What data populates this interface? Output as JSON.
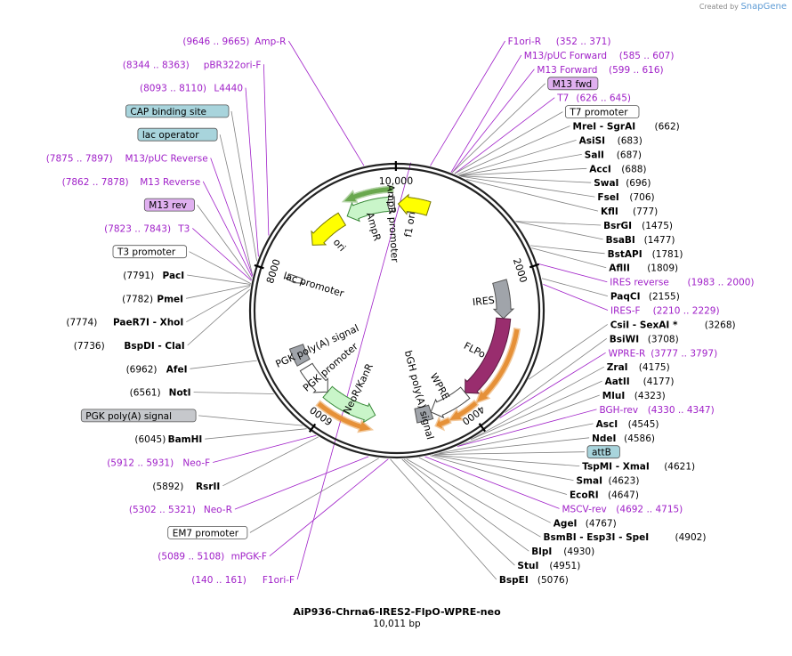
{
  "branding": {
    "prefix": "Created by",
    "product": "SnapGene"
  },
  "map": {
    "name": "AiP936-Chrna6-IRES2-FlpO-WPRE-neo",
    "length_label": "10,011 bp",
    "length": 10011,
    "ticks": [
      {
        "pos": 2000,
        "label": "2000"
      },
      {
        "pos": 4000,
        "label": "4000"
      },
      {
        "pos": 6000,
        "label": "6000"
      },
      {
        "pos": 8000,
        "label": "8000"
      },
      {
        "pos": 10000,
        "label": "10,000"
      }
    ]
  },
  "features": [
    {
      "name": "AmpR",
      "start": 9240,
      "end": 9900,
      "dir": "rev",
      "color": "#c9f5c9",
      "stroke": "#3a8a3a",
      "track": 1
    },
    {
      "name": "AmpR promoter",
      "start": 9870,
      "end": 9975,
      "dir": "rev",
      "color": "#ffffff",
      "stroke": "#444444",
      "track": 1
    },
    {
      "name": "f1 ori",
      "start": 20,
      "end": 480,
      "dir": "rev",
      "color": "#ffff00",
      "stroke": "#777700",
      "track": 1
    },
    {
      "name": "ori",
      "start": 8560,
      "end": 9150,
      "dir": "rev",
      "color": "#ffff00",
      "stroke": "#777700",
      "track": 1
    },
    {
      "name": "lac promoter",
      "start": 7930,
      "end": 8030,
      "dir": "rev",
      "color": "#ffffff",
      "stroke": "#444444",
      "track": 1
    },
    {
      "name": "IRES",
      "start": 2060,
      "end": 2620,
      "dir": "fwd",
      "color": "#a0a4aa",
      "stroke": "#555555",
      "track": 1
    },
    {
      "name": "FLPo",
      "start": 2620,
      "end": 3900,
      "dir": "fwd",
      "color": "#992d6e",
      "stroke": "#5a1a40",
      "track": 1
    },
    {
      "name": "WPRE",
      "start": 3900,
      "end": 4490,
      "dir": "fwd",
      "color": "#ffffff",
      "stroke": "#444444",
      "track": 1
    },
    {
      "name": "bGH poly(A) signal",
      "start": 4490,
      "end": 4720,
      "dir": "none",
      "color": "#a0a4aa",
      "stroke": "#555555",
      "track": 1
    },
    {
      "name": "NeoR/KanR",
      "start": 5330,
      "end": 6130,
      "dir": "rev",
      "color": "#c9f5c9",
      "stroke": "#3a8a3a",
      "track": 1
    },
    {
      "name": "PGK promoter",
      "start": 6130,
      "end": 6620,
      "dir": "rev",
      "color": "#ffffff",
      "stroke": "#444444",
      "track": 1
    },
    {
      "name": "PGK poly(A) signal",
      "start": 6700,
      "end": 6960,
      "dir": "none",
      "color": "#a0a4aa",
      "stroke": "#555555",
      "track": 1
    }
  ],
  "orfs": [
    {
      "start": 9300,
      "end": 9950,
      "dir": "rev",
      "color": "#6aa84f"
    },
    {
      "start": 2750,
      "end": 3860,
      "dir": "fwd",
      "color": "#e69138"
    },
    {
      "start": 3880,
      "end": 4290,
      "dir": "fwd",
      "color": "#e69138"
    },
    {
      "start": 4300,
      "end": 4480,
      "dir": "fwd",
      "color": "#e69138"
    },
    {
      "start": 5350,
      "end": 6120,
      "dir": "rev",
      "color": "#e69138"
    }
  ],
  "labels": [
    {
      "kind": "primer",
      "name": "Amp-R",
      "pos_text": "(9646 .. 9665)",
      "side": "left",
      "pos": 9655
    },
    {
      "kind": "primer",
      "name": "F1ori-F",
      "pos_text": "(140 .. 161)",
      "side": "left",
      "pos": 150
    },
    {
      "kind": "primer",
      "name": "F1ori-R",
      "pos_text": "(352 .. 371)",
      "side": "right",
      "pos": 361
    },
    {
      "kind": "primer",
      "name": "M13/pUC Forward",
      "pos_text": "(585 .. 607)",
      "side": "right",
      "pos": 596
    },
    {
      "kind": "primer",
      "name": "M13 Forward",
      "pos_text": "(599 .. 616)",
      "side": "right",
      "pos": 607
    },
    {
      "kind": "boxp",
      "name": "M13 fwd",
      "side": "right",
      "pos": 607
    },
    {
      "kind": "primer",
      "name": "T7",
      "pos_text": "(626 .. 645)",
      "side": "right",
      "pos": 635
    },
    {
      "kind": "boxw",
      "name": "T7 promoter",
      "side": "right",
      "pos": 636
    },
    {
      "kind": "enzyme",
      "name": "MreI - SgrAI",
      "pos_text": "(662)",
      "side": "right",
      "pos": 662
    },
    {
      "kind": "enzyme",
      "name": "AsiSI",
      "pos_text": "(683)",
      "side": "right",
      "pos": 683
    },
    {
      "kind": "enzyme",
      "name": "SalI",
      "pos_text": "(687)",
      "side": "right",
      "pos": 687
    },
    {
      "kind": "enzyme",
      "name": "AccI",
      "pos_text": "(688)",
      "side": "right",
      "pos": 688
    },
    {
      "kind": "enzyme",
      "name": "SwaI",
      "pos_text": "(696)",
      "side": "right",
      "pos": 696
    },
    {
      "kind": "enzyme",
      "name": "FseI",
      "pos_text": "(706)",
      "side": "right",
      "pos": 706
    },
    {
      "kind": "enzyme",
      "name": "KflI",
      "pos_text": "(777)",
      "side": "right",
      "pos": 777
    },
    {
      "kind": "enzyme",
      "name": "BsrGI",
      "pos_text": "(1475)",
      "side": "right",
      "pos": 1475
    },
    {
      "kind": "enzyme",
      "name": "BsaBI",
      "pos_text": "(1477)",
      "side": "right",
      "pos": 1477
    },
    {
      "kind": "enzyme",
      "name": "BstAPI",
      "pos_text": "(1781)",
      "side": "right",
      "pos": 1781
    },
    {
      "kind": "enzyme",
      "name": "AflII",
      "pos_text": "(1809)",
      "side": "right",
      "pos": 1809
    },
    {
      "kind": "primer",
      "name": "IRES reverse",
      "pos_text": "(1983 .. 2000)",
      "side": "right",
      "pos": 1991
    },
    {
      "kind": "enzyme",
      "name": "PaqCI",
      "pos_text": "(2155)",
      "side": "right",
      "pos": 2155
    },
    {
      "kind": "primer",
      "name": "IRES-F",
      "pos_text": "(2210 .. 2229)",
      "side": "right",
      "pos": 2219
    },
    {
      "kind": "enzyme",
      "name": "CsiI - SexAI *",
      "pos_text": "(3268)",
      "side": "right",
      "pos": 3268
    },
    {
      "kind": "enzyme",
      "name": "BsiWI",
      "pos_text": "(3708)",
      "side": "right",
      "pos": 3708
    },
    {
      "kind": "primer",
      "name": "WPRE-R",
      "pos_text": "(3777 .. 3797)",
      "side": "right",
      "pos": 3787
    },
    {
      "kind": "enzyme",
      "name": "ZraI",
      "pos_text": "(4175)",
      "side": "right",
      "pos": 4175
    },
    {
      "kind": "enzyme",
      "name": "AatII",
      "pos_text": "(4177)",
      "side": "right",
      "pos": 4177
    },
    {
      "kind": "enzyme",
      "name": "MluI",
      "pos_text": "(4323)",
      "side": "right",
      "pos": 4323
    },
    {
      "kind": "primer",
      "name": "BGH-rev",
      "pos_text": "(4330 .. 4347)",
      "side": "right",
      "pos": 4338
    },
    {
      "kind": "enzyme",
      "name": "AscI",
      "pos_text": "(4545)",
      "side": "right",
      "pos": 4545
    },
    {
      "kind": "enzyme",
      "name": "NdeI",
      "pos_text": "(4586)",
      "side": "right",
      "pos": 4586
    },
    {
      "kind": "boxb",
      "name": "attB",
      "side": "right",
      "pos": 4600
    },
    {
      "kind": "enzyme",
      "name": "TspMI - XmaI",
      "pos_text": "(4621)",
      "side": "right",
      "pos": 4621
    },
    {
      "kind": "enzyme",
      "name": "SmaI",
      "pos_text": "(4623)",
      "side": "right",
      "pos": 4623
    },
    {
      "kind": "enzyme",
      "name": "EcoRI",
      "pos_text": "(4647)",
      "side": "right",
      "pos": 4647
    },
    {
      "kind": "primer",
      "name": "MSCV-rev",
      "pos_text": "(4692 .. 4715)",
      "side": "right",
      "pos": 4703
    },
    {
      "kind": "enzyme",
      "name": "AgeI",
      "pos_text": "(4767)",
      "side": "right",
      "pos": 4767
    },
    {
      "kind": "enzyme",
      "name": "BsmBI - Esp3I - SpeI",
      "pos_text": "(4902)",
      "side": "right",
      "pos": 4902
    },
    {
      "kind": "enzyme",
      "name": "BlpI",
      "pos_text": "(4930)",
      "side": "right",
      "pos": 4930
    },
    {
      "kind": "enzyme",
      "name": "StuI",
      "pos_text": "(4951)",
      "side": "right",
      "pos": 4951
    },
    {
      "kind": "enzyme",
      "name": "BspEI",
      "pos_text": "(5076)",
      "side": "right",
      "pos": 5076
    },
    {
      "kind": "primer",
      "name": "mPGK-F",
      "pos_text": "(5089 .. 5108)",
      "side": "left",
      "pos": 5098
    },
    {
      "kind": "boxw",
      "name": "EM7 promoter",
      "side": "left",
      "pos": 5200
    },
    {
      "kind": "primer",
      "name": "Neo-R",
      "pos_text": "(5302 .. 5321)",
      "side": "left",
      "pos": 5311
    },
    {
      "kind": "enzyme",
      "name": "RsrII",
      "pos_text": "(5892)",
      "side": "left",
      "pos": 5892
    },
    {
      "kind": "primer",
      "name": "Neo-F",
      "pos_text": "(5912 .. 5931)",
      "side": "left",
      "pos": 5921
    },
    {
      "kind": "enzyme",
      "name": "BamHI",
      "pos_text": "(6045)",
      "side": "left",
      "pos": 6045
    },
    {
      "kind": "boxg",
      "name": "PGK poly(A) signal",
      "side": "left",
      "pos": 6100
    },
    {
      "kind": "enzyme",
      "name": "NotI",
      "pos_text": "(6561)",
      "side": "left",
      "pos": 6561
    },
    {
      "kind": "enzyme",
      "name": "AfeI",
      "pos_text": "(6962)",
      "side": "left",
      "pos": 6962
    },
    {
      "kind": "enzyme",
      "name": "BspDI - ClaI",
      "pos_text": "(7736)",
      "side": "left",
      "pos": 7736
    },
    {
      "kind": "enzyme",
      "name": "PaeR7I - XhoI",
      "pos_text": "(7774)",
      "side": "left",
      "pos": 7774
    },
    {
      "kind": "enzyme",
      "name": "PmeI",
      "pos_text": "(7782)",
      "side": "left",
      "pos": 7782
    },
    {
      "kind": "enzyme",
      "name": "PacI",
      "pos_text": "(7791)",
      "side": "left",
      "pos": 7791
    },
    {
      "kind": "boxw",
      "name": "T3 promoter",
      "side": "left",
      "pos": 7800
    },
    {
      "kind": "primer",
      "name": "T3",
      "pos_text": "(7823 .. 7843)",
      "side": "left",
      "pos": 7833
    },
    {
      "kind": "boxp",
      "name": "M13 rev",
      "side": "left",
      "pos": 7845
    },
    {
      "kind": "primer",
      "name": "M13 Reverse",
      "pos_text": "(7862 .. 7878)",
      "side": "left",
      "pos": 7870
    },
    {
      "kind": "boxb",
      "name": "lac operator",
      "side": "left",
      "pos": 7890
    },
    {
      "kind": "primer",
      "name": "M13/pUC Reverse",
      "pos_text": "(7875 .. 7897)",
      "side": "left",
      "pos": 7886
    },
    {
      "kind": "boxb",
      "name": "CAP binding site",
      "side": "left",
      "pos": 8050
    },
    {
      "kind": "primer",
      "name": "L4440",
      "pos_text": "(8093 .. 8110)",
      "side": "left",
      "pos": 8101
    },
    {
      "kind": "primer",
      "name": "pBR322ori-F",
      "pos_text": "(8344 .. 8363)",
      "side": "left",
      "pos": 8353
    }
  ],
  "colors": {
    "primer": "#a020c8",
    "box_blue": "#a8d4dc",
    "box_purple": "#e0b0f0",
    "box_gray": "#c6c8cc",
    "leader": "#808080"
  }
}
